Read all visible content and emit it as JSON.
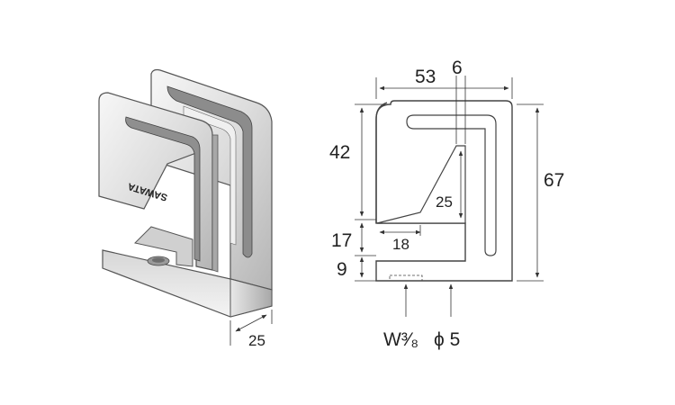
{
  "product": {
    "brand_mark": "SAWATA"
  },
  "dimensions": {
    "top_width": "53",
    "slot_width": "6",
    "overall_height": "67",
    "upper_height": "42",
    "inner_height": "25",
    "mid_height": "17",
    "bottom_height": "9",
    "opening_width": "18",
    "depth": "25"
  },
  "callouts": {
    "thread": "W³⁄₈",
    "hole": "ϕ 5"
  },
  "colors": {
    "metal_light": "#f2f2f2",
    "metal_mid": "#cfcfcf",
    "metal_dark": "#9a9a9a",
    "outline": "#444444"
  }
}
